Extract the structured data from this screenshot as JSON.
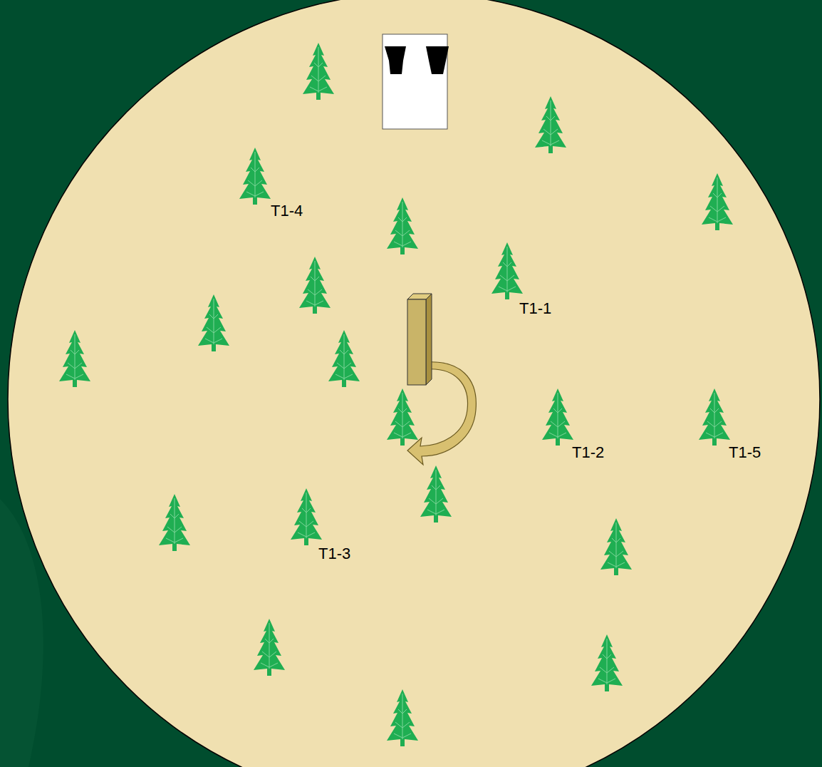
{
  "diagram": {
    "labels": [
      "T1-4",
      "T1-1",
      "T1-2",
      "T1-5",
      "T1-3"
    ]
  }
}
